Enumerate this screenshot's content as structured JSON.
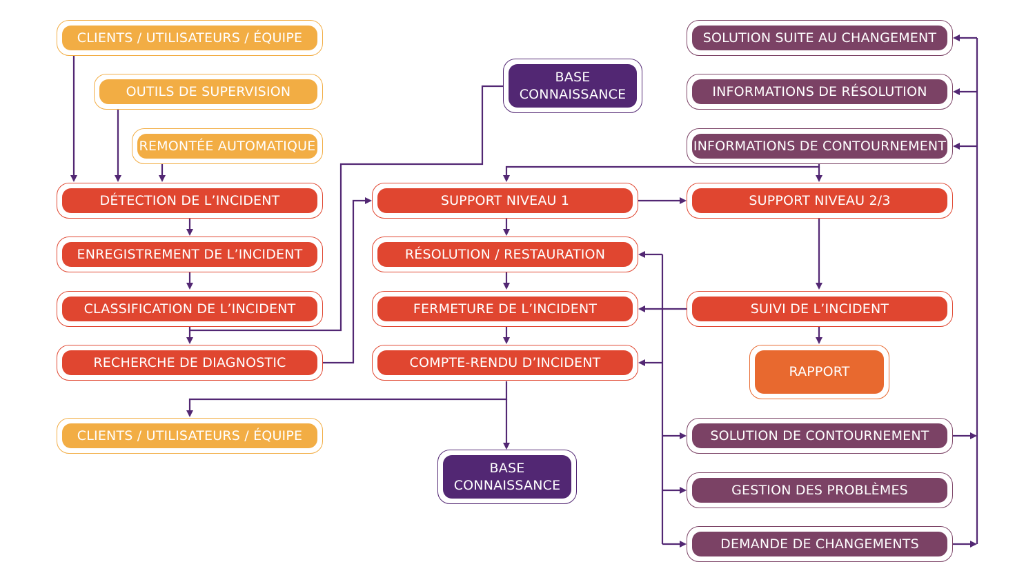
{
  "colors": {
    "yellow": "#f2ad44",
    "red": "#e04630",
    "plum": "#7b4265",
    "purple": "#522773",
    "orange": "#e8692f",
    "connector": "#522773"
  },
  "nodes": {
    "clients_top": "CLIENTS / UTILISATEURS / ÉQUIPE",
    "outils_supervision": "OUTILS DE SUPERVISION",
    "remontee_automatique": "REMONTÉE AUTOMATIQUE",
    "detection": "DÉTECTION DE L’INCIDENT",
    "enregistrement": "ENREGISTREMENT DE L’INCIDENT",
    "classification": "CLASSIFICATION DE L’INCIDENT",
    "recherche": "RECHERCHE DE DIAGNOSTIC",
    "clients_bottom": "CLIENTS / UTILISATEURS / ÉQUIPE",
    "base_top": "BASE\nCONNAISSANCE",
    "support_1": "SUPPORT NIVEAU 1",
    "resolution": "RÉSOLUTION / RESTAURATION",
    "fermeture": "FERMETURE DE L’INCIDENT",
    "compte_rendu": "COMPTE-RENDU D’INCIDENT",
    "base_bottom": "BASE\nCONNAISSANCE",
    "solution_changement": "SOLUTION SUITE AU CHANGEMENT",
    "infos_resolution": "INFORMATIONS DE RÉSOLUTION",
    "infos_contournement": "INFORMATIONS DE CONTOURNEMENT",
    "support_23": "SUPPORT NIVEAU 2/3",
    "suivi": "SUIVI DE L’INCIDENT",
    "rapport": "RAPPORT",
    "solution_contournement": "SOLUTION DE CONTOURNEMENT",
    "gestion_problemes": "GESTION DES PROBLÈMES",
    "demande_changements": "DEMANDE DE CHANGEMENTS"
  }
}
